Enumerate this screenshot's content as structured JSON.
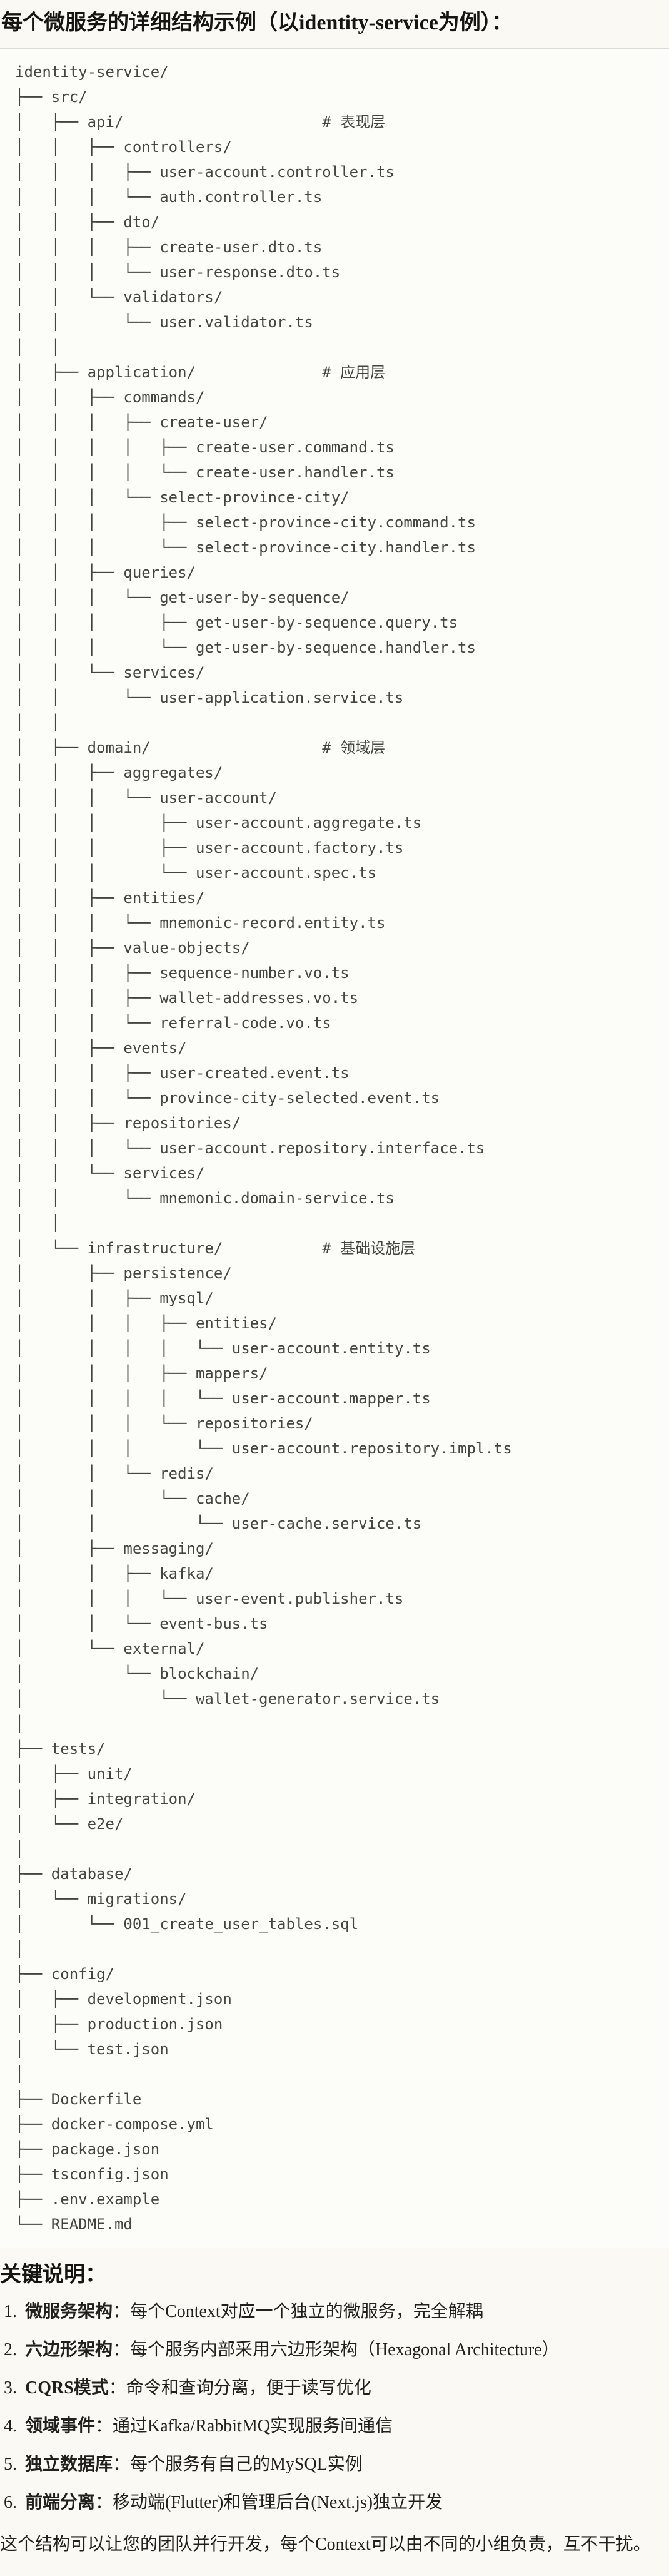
{
  "title": "每个微服务的详细结构示例（以identity-service为例）：",
  "tree": {
    "lines": [
      "identity-service/",
      "├── src/",
      "│   ├── api/                      # 表现层",
      "│   │   ├── controllers/",
      "│   │   │   ├── user-account.controller.ts",
      "│   │   │   └── auth.controller.ts",
      "│   │   ├── dto/",
      "│   │   │   ├── create-user.dto.ts",
      "│   │   │   └── user-response.dto.ts",
      "│   │   └── validators/",
      "│   │       └── user.validator.ts",
      "│   │",
      "│   ├── application/              # 应用层",
      "│   │   ├── commands/",
      "│   │   │   ├── create-user/",
      "│   │   │   │   ├── create-user.command.ts",
      "│   │   │   │   └── create-user.handler.ts",
      "│   │   │   └── select-province-city/",
      "│   │   │       ├── select-province-city.command.ts",
      "│   │   │       └── select-province-city.handler.ts",
      "│   │   ├── queries/",
      "│   │   │   └── get-user-by-sequence/",
      "│   │   │       ├── get-user-by-sequence.query.ts",
      "│   │   │       └── get-user-by-sequence.handler.ts",
      "│   │   └── services/",
      "│   │       └── user-application.service.ts",
      "│   │",
      "│   ├── domain/                   # 领域层",
      "│   │   ├── aggregates/",
      "│   │   │   └── user-account/",
      "│   │   │       ├── user-account.aggregate.ts",
      "│   │   │       ├── user-account.factory.ts",
      "│   │   │       └── user-account.spec.ts",
      "│   │   ├── entities/",
      "│   │   │   └── mnemonic-record.entity.ts",
      "│   │   ├── value-objects/",
      "│   │   │   ├── sequence-number.vo.ts",
      "│   │   │   ├── wallet-addresses.vo.ts",
      "│   │   │   └── referral-code.vo.ts",
      "│   │   ├── events/",
      "│   │   │   ├── user-created.event.ts",
      "│   │   │   └── province-city-selected.event.ts",
      "│   │   ├── repositories/",
      "│   │   │   └── user-account.repository.interface.ts",
      "│   │   └── services/",
      "│   │       └── mnemonic.domain-service.ts",
      "│   │",
      "│   └── infrastructure/           # 基础设施层",
      "│       ├── persistence/",
      "│       │   ├── mysql/",
      "│       │   │   ├── entities/",
      "│       │   │   │   └── user-account.entity.ts",
      "│       │   │   ├── mappers/",
      "│       │   │   │   └── user-account.mapper.ts",
      "│       │   │   └── repositories/",
      "│       │   │       └── user-account.repository.impl.ts",
      "│       │   └── redis/",
      "│       │       └── cache/",
      "│       │           └── user-cache.service.ts",
      "│       ├── messaging/",
      "│       │   ├── kafka/",
      "│       │   │   └── user-event.publisher.ts",
      "│       │   └── event-bus.ts",
      "│       └── external/",
      "│           └── blockchain/",
      "│               └── wallet-generator.service.ts",
      "│",
      "├── tests/",
      "│   ├── unit/",
      "│   ├── integration/",
      "│   └── e2e/",
      "│",
      "├── database/",
      "│   └── migrations/",
      "│       └── 001_create_user_tables.sql",
      "│",
      "├── config/",
      "│   ├── development.json",
      "│   ├── production.json",
      "│   └── test.json",
      "│",
      "├── Dockerfile",
      "├── docker-compose.yml",
      "├── package.json",
      "├── tsconfig.json",
      "├── .env.example",
      "└── README.md"
    ]
  },
  "notes": {
    "heading": "关键说明：",
    "items": [
      {
        "num": "1.",
        "term": "微服务架构",
        "desc": "：每个Context对应一个独立的微服务，完全解耦"
      },
      {
        "num": "2.",
        "term": "六边形架构",
        "desc": "：每个服务内部采用六边形架构（Hexagonal Architecture）"
      },
      {
        "num": "3.",
        "term": "CQRS模式",
        "desc": "：命令和查询分离，便于读写优化"
      },
      {
        "num": "4.",
        "term": "领域事件",
        "desc": "：通过Kafka/RabbitMQ实现服务间通信"
      },
      {
        "num": "5.",
        "term": "独立数据库",
        "desc": "：每个服务有自己的MySQL实例"
      },
      {
        "num": "6.",
        "term": "前端分离",
        "desc": "：移动端(Flutter)和管理后台(Next.js)独立开发"
      }
    ],
    "footer": "这个结构可以让您的团队并行开发，每个Context可以由不同的小组负责，互不干扰。"
  }
}
